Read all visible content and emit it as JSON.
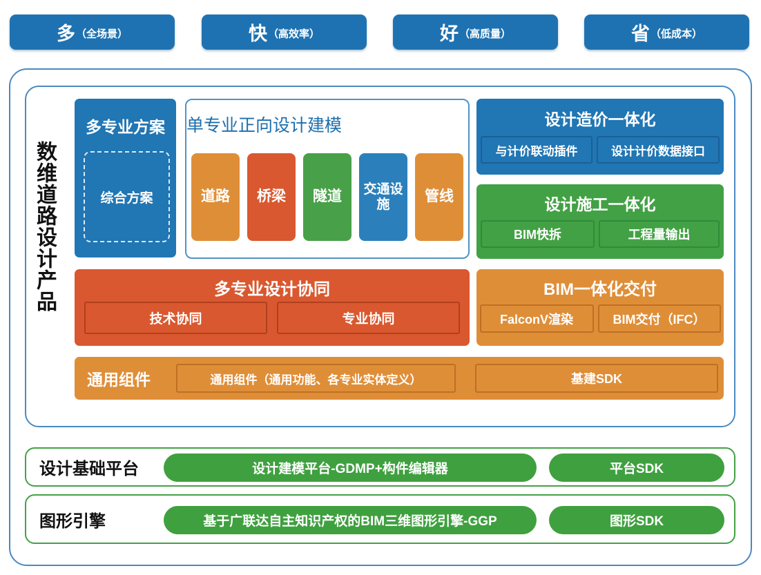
{
  "top_buttons": [
    {
      "main": "多",
      "sub": "（全场景）"
    },
    {
      "main": "快",
      "sub": "（高效率）"
    },
    {
      "main": "好",
      "sub": "（高质量）"
    },
    {
      "main": "省",
      "sub": "（低成本）"
    }
  ],
  "product": {
    "side_label": "数维道路设计产品",
    "multi_scheme": {
      "title": "多专业方案",
      "sub": "综合方案"
    },
    "single_modeling": {
      "title": "单专业正向设计建模",
      "items": [
        {
          "label": "道路",
          "color": "#DF8E38"
        },
        {
          "label": "桥梁",
          "color": "#D9582F"
        },
        {
          "label": "隧道",
          "color": "#48A148"
        },
        {
          "label": "交通设施",
          "color": "#2B80BB"
        },
        {
          "label": "管线",
          "color": "#DF8E38"
        }
      ]
    },
    "cost_integration": {
      "title": "设计造价一体化",
      "items": [
        "与计价联动插件",
        "设计计价数据接口"
      ]
    },
    "construction_integration": {
      "title": "设计施工一体化",
      "items": [
        "BIM快拆",
        "工程量输出"
      ]
    },
    "collaboration": {
      "title": "多专业设计协同",
      "items": [
        "技术协同",
        "专业协同"
      ]
    },
    "bim_delivery": {
      "title": "BIM一体化交付",
      "items": [
        "FalconV渲染",
        "BIM交付（IFC）"
      ]
    },
    "common_components": {
      "title": "通用组件",
      "items": [
        "通用组件（通用功能、各专业实体定义）",
        "基建SDK"
      ]
    }
  },
  "platform_row": {
    "label": "设计基础平台",
    "pills": [
      "设计建模平台-GDMP+构件编辑器",
      "平台SDK"
    ]
  },
  "engine_row": {
    "label": "图形引擎",
    "pills": [
      "基于广联达自主知识产权的BIM三维图形引擎-GGP",
      "图形SDK"
    ]
  },
  "colors": {
    "blue": "#2176B4",
    "orange": "#DF8E38",
    "red": "#D9582F",
    "green": "#43A145",
    "pill_green": "#3FA03F",
    "frame_blue": "#4A89C0"
  }
}
